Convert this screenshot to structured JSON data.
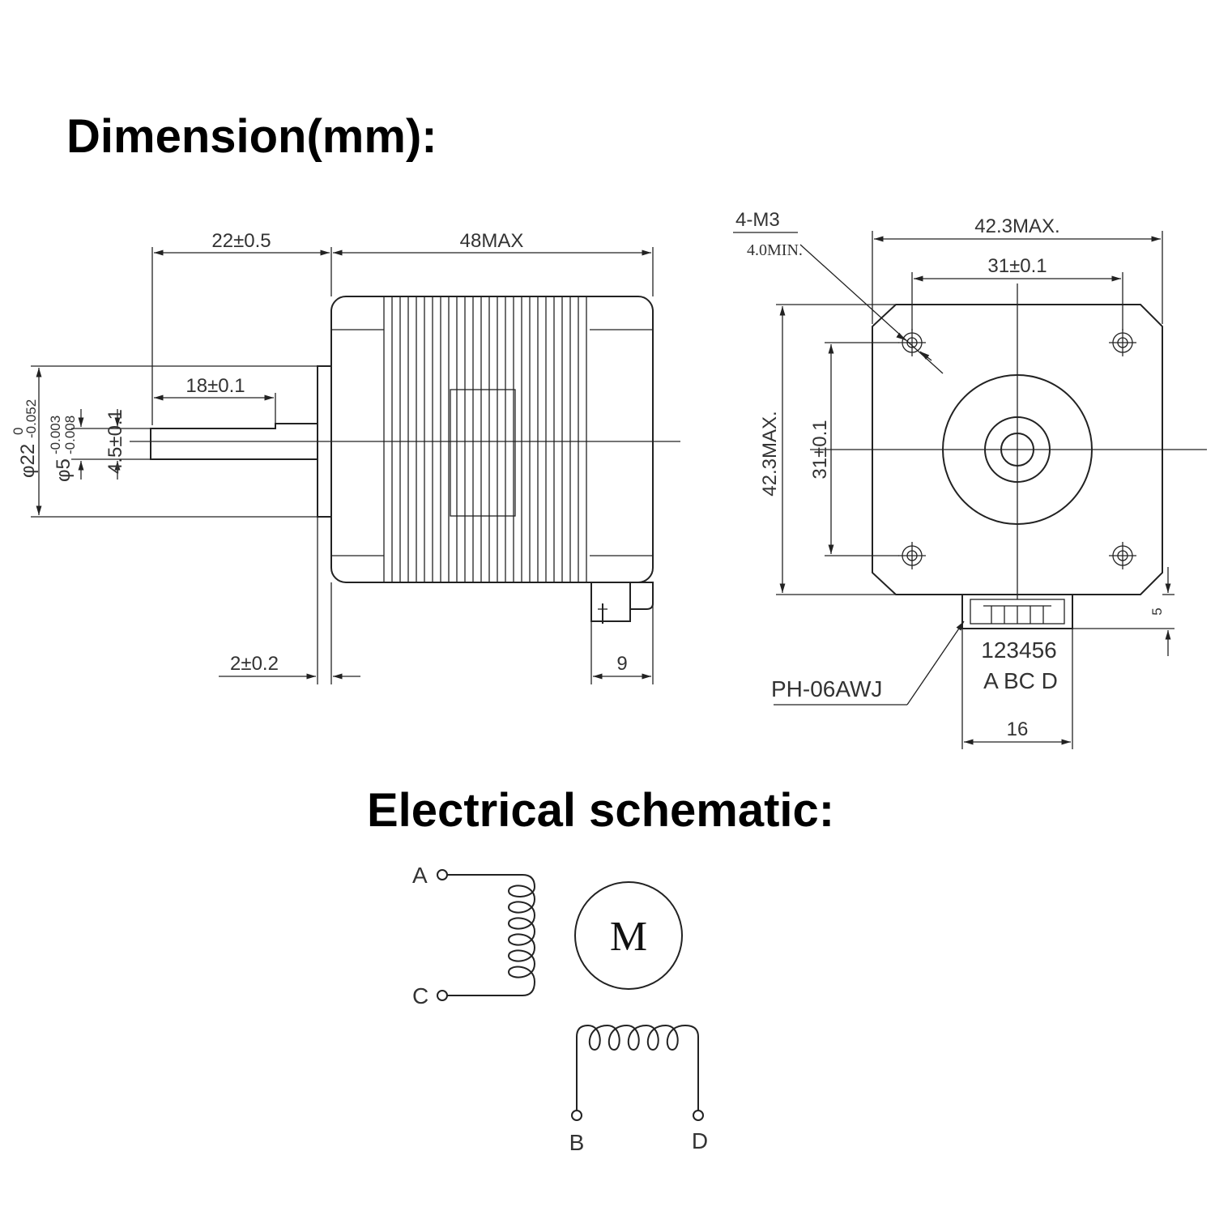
{
  "titles": {
    "dimension": "Dimension(mm):",
    "electrical": "Electrical schematic:"
  },
  "side_view": {
    "shaft_length": "22±0.5",
    "body_length": "48MAX",
    "flat_length": "18±0.1",
    "boss_diameter_main": "φ22",
    "boss_tol_upper": "0",
    "boss_tol_lower": "-0.052",
    "shaft_diameter_main": "φ5",
    "shaft_tol_upper": "-0.003",
    "shaft_tol_lower": "-0.008",
    "flat_depth": "4.5±0.1",
    "boss_height": "2±0.2",
    "connector_offset": "9"
  },
  "front_view": {
    "screw_thread": "4-M3",
    "screw_depth": "4.0MIN.",
    "width": "42.3MAX.",
    "hole_spacing_h": "31±0.1",
    "height": "42.3MAX.",
    "hole_spacing_v": "31±0.1",
    "connector_offset": "5",
    "pin_numbers": "123456",
    "pin_letters": "A BC D",
    "connector_type": "PH-06AWJ",
    "connector_width": "16"
  },
  "schematic": {
    "terminal_a": "A",
    "terminal_c": "C",
    "terminal_b": "B",
    "terminal_d": "D",
    "motor_symbol": "M"
  }
}
